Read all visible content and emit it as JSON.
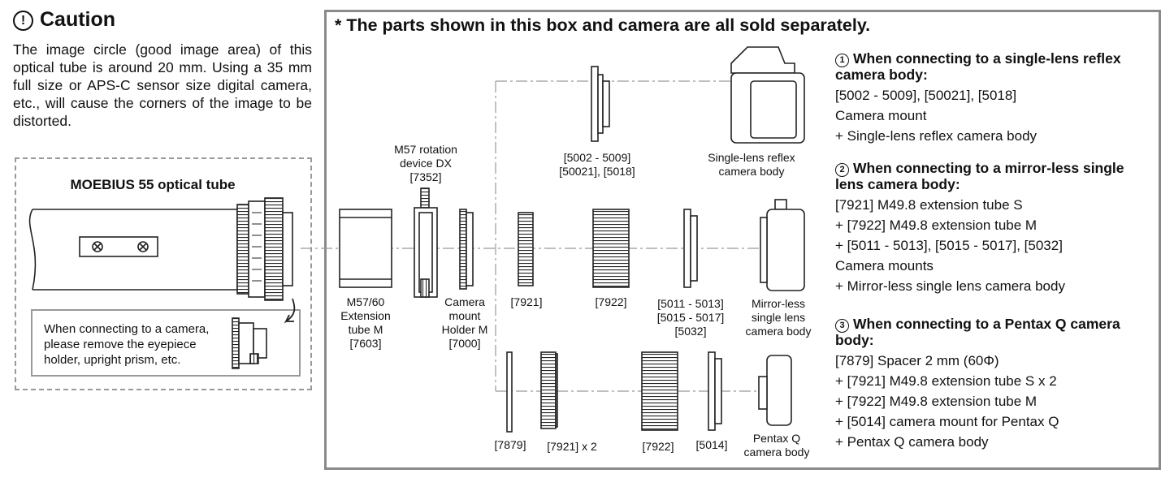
{
  "caution": {
    "icon": "exclamation-circle-icon",
    "title": "Caution",
    "body": "The image circle (good image area) of this optical tube is around 20 mm. Using a 35 mm full size or APS-C sensor size digital camera, etc., will cause the corners of the image to be distorted."
  },
  "tube": {
    "title": "MOEBIUS 55 optical tube",
    "note": "When connecting to a camera, please remove the eyepiece holder, upright prism, etc."
  },
  "main": {
    "header": "* The parts shown in this box and camera are all sold separately."
  },
  "labels": {
    "rotation": [
      "M57 rotation",
      "device DX",
      "[7352]"
    ],
    "ext_tube": [
      "M57/60",
      "Extension",
      "tube M",
      "[7603]"
    ],
    "holder": [
      "Camera",
      "mount",
      "Holder M",
      "[7000]"
    ],
    "slr_mount": [
      "[5002 - 5009]",
      "[50021], [5018]"
    ],
    "slr_body": [
      "Single-lens reflex",
      "camera body"
    ],
    "m_7921": "[7921]",
    "m_7922": "[7922]",
    "ml_mount": [
      "[5011 - 5013]",
      "[5015 - 5017]",
      "[5032]"
    ],
    "ml_body": [
      "Mirror-less",
      "single lens",
      "camera body"
    ],
    "q_7879": "[7879]",
    "q_7921": "[7921] x 2",
    "q_7922": "[7922]",
    "q_5014": "[5014]",
    "q_body": [
      "Pentax Q",
      "camera body"
    ]
  },
  "sections": [
    {
      "num": "1",
      "title": "When connecting to a single-lens reflex camera body:",
      "lines": [
        "[5002 - 5009],  [50021],  [5018]",
        "Camera mount",
        "+ Single-lens reflex camera body"
      ]
    },
    {
      "num": "2",
      "title": "When connecting to a mirror-less single lens camera body:",
      "lines": [
        "[7921] M49.8 extension tube S",
        "+ [7922]  M49.8 extension tube M",
        "+ [5011 - 5013],  [5015 - 5017],  [5032]",
        "Camera mounts",
        "+ Mirror-less single lens camera body"
      ]
    },
    {
      "num": "3",
      "title": "When connecting to a Pentax Q camera body:",
      "lines": [
        "[7879]  Spacer 2 mm (60Φ)",
        "+ [7921]  M49.8 extension tube S x 2",
        "+ [7922]  M49.8 extension tube M",
        "+ [5014]  camera mount for Pentax Q",
        "+  Pentax Q camera body"
      ]
    }
  ]
}
